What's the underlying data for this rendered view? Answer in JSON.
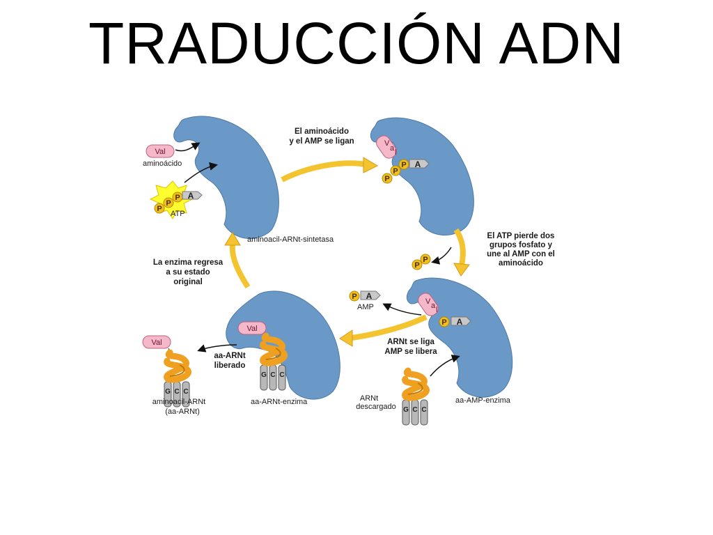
{
  "title": "TRADUCCIÓN ADN",
  "labels": {
    "val": "Val",
    "val_stacked_v": "V",
    "val_stacked_a": "a",
    "val_stacked_l": "l",
    "aminoacido": "aminoácido",
    "atp": "ATP",
    "p": "P",
    "a": "A",
    "amp": "AMP",
    "sintetasa": "aminoacil-ARNt-sintetasa",
    "step1_line1": "El aminoácido",
    "step1_line2": "y el AMP se ligan",
    "step2_line1": "El ATP pierde dos",
    "step2_line2": "grupos fosfato y",
    "step2_line3": "une al AMP con el",
    "step2_line4": "aminoácido",
    "step3_line1": "ARNt se liga",
    "step3_line2": "AMP se libera",
    "step4_line1": "aa-ARNt",
    "step4_line2": "liberado",
    "step5_line1": "La enzima regresa",
    "step5_line2": "a su estado",
    "step5_line3": "original",
    "aa_amp_enzima": "aa-AMP-enzima",
    "aa_arnt_enzima": "aa-ARNt-enzima",
    "arnt_line1": "ARNt",
    "arnt_line2": "descargado",
    "aminoacil_line1": "aminoacil-ARNt",
    "aminoacil_line2": "(aa-ARNt)",
    "base_g": "G",
    "base_c1": "C",
    "base_c2": "C"
  },
  "colors": {
    "enzyme": "#6a99c8",
    "enzyme_edge": "#4a79a8",
    "arrow": "#f4c430",
    "arrow_edge": "#d89a10",
    "phosphate": "#f0c020",
    "val_fill": "#f4b8c8",
    "val_edge": "#c06080",
    "trna": "#f0a020",
    "atp_burst": "#ffff30",
    "amp_tag": "#c8c8c8"
  }
}
